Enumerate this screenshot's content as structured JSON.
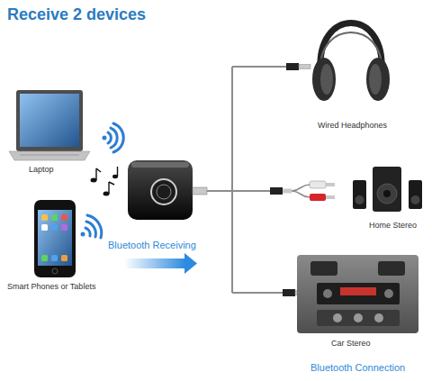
{
  "diagram": {
    "title": "Receive 2 devices",
    "labels": [
      "Laptop",
      "Smart Phones or Tablets",
      "Bluetooth Receiving",
      "Wired Headphones",
      "Home Stereo",
      "Car Stereo",
      "Bluetooth Connection"
    ]
  }
}
